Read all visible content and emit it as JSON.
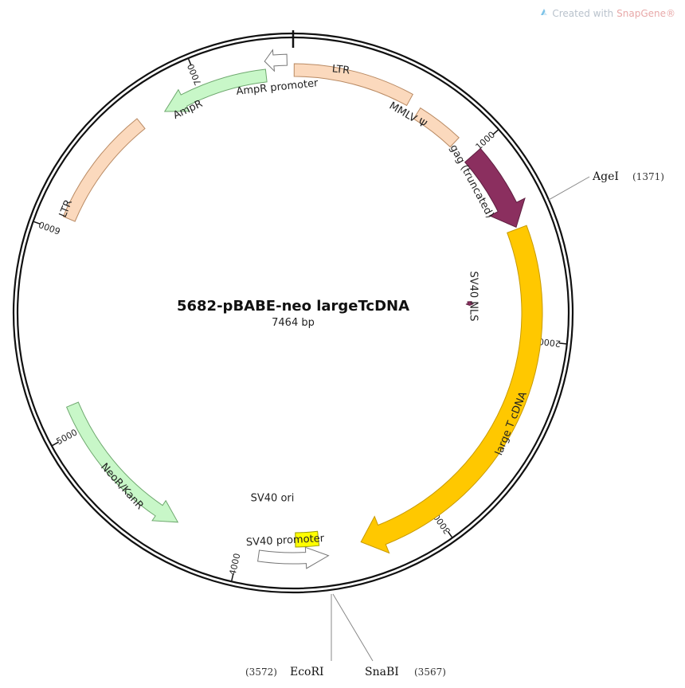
{
  "watermark": {
    "prefix": "Created with ",
    "brand": "SnapGene®"
  },
  "plasmid": {
    "name": "5682-pBABE-neo largeTcDNA",
    "length_label": "7464 bp",
    "length": 7464
  },
  "ticks": [
    {
      "label": "1000",
      "pos": 1000
    },
    {
      "label": "2000",
      "pos": 2000
    },
    {
      "label": "3000",
      "pos": 3000
    },
    {
      "label": "4000",
      "pos": 4000
    },
    {
      "label": "5000",
      "pos": 5000
    },
    {
      "label": "6000",
      "pos": 6000
    },
    {
      "label": "7000",
      "pos": 7000
    }
  ],
  "features": [
    {
      "id": "ltr-right",
      "label": "LTR",
      "start": 5,
      "end": 595,
      "direction": "none",
      "fill": "#fbd9bd",
      "stroke": "#b98a63"
    },
    {
      "id": "mmlv-psi",
      "label": "MMLV Ψ",
      "start": 660,
      "end": 900,
      "direction": "none",
      "fill": "#fbd9bd",
      "stroke": "#b98a63"
    },
    {
      "id": "gag",
      "label": "gag (truncated)",
      "start": 1010,
      "end": 1430,
      "direction": "forward",
      "fill": "#8b2f5f",
      "stroke": "#5e1f40"
    },
    {
      "id": "sv40-nls",
      "label": "SV40 NLS",
      "start": 1790,
      "end": 1815,
      "direction": "forward",
      "fill": "#8b2f5f",
      "stroke": "#5e1f40"
    },
    {
      "id": "large-t",
      "label": "large T cDNA",
      "start": 1440,
      "end": 3390,
      "direction": "forward",
      "fill": "#ffc800",
      "stroke": "#c89a00"
    },
    {
      "id": "sv40-ori",
      "label": "SV40 ori",
      "start": 3600,
      "end": 3720,
      "direction": "none",
      "fill": "#ffff00",
      "stroke": "#9a9a00"
    },
    {
      "id": "sv40-promoter",
      "label": "SV40 promoter",
      "start": 3560,
      "end": 3900,
      "direction": "reverse",
      "fill": "#ffffff",
      "stroke": "#777777"
    },
    {
      "id": "neor",
      "label": "NeoR/KanR",
      "start": 4330,
      "end": 5130,
      "direction": "reverse",
      "fill": "#c8f7c8",
      "stroke": "#6ea86e"
    },
    {
      "id": "ltr-left",
      "label": "LTR",
      "start": 6070,
      "end": 6660,
      "direction": "none",
      "fill": "#fbd9bd",
      "stroke": "#b98a63"
    },
    {
      "id": "ampr",
      "label": "AmpR",
      "start": 6790,
      "end": 7330,
      "direction": "reverse",
      "fill": "#c8f7c8",
      "stroke": "#6ea86e"
    },
    {
      "id": "ampr-promoter",
      "label": "AmpR promoter",
      "start": 7330,
      "end": 7435,
      "direction": "reverse",
      "fill": "#ffffff",
      "stroke": "#777777"
    }
  ],
  "sites": [
    {
      "name": "AgeI",
      "position_label": "(1371)",
      "pos": 1371
    },
    {
      "name": "EcoRI",
      "position_label": "(3572)",
      "pos": 3572
    },
    {
      "name": "SnaBI",
      "position_label": "(3567)",
      "pos": 3567
    }
  ]
}
